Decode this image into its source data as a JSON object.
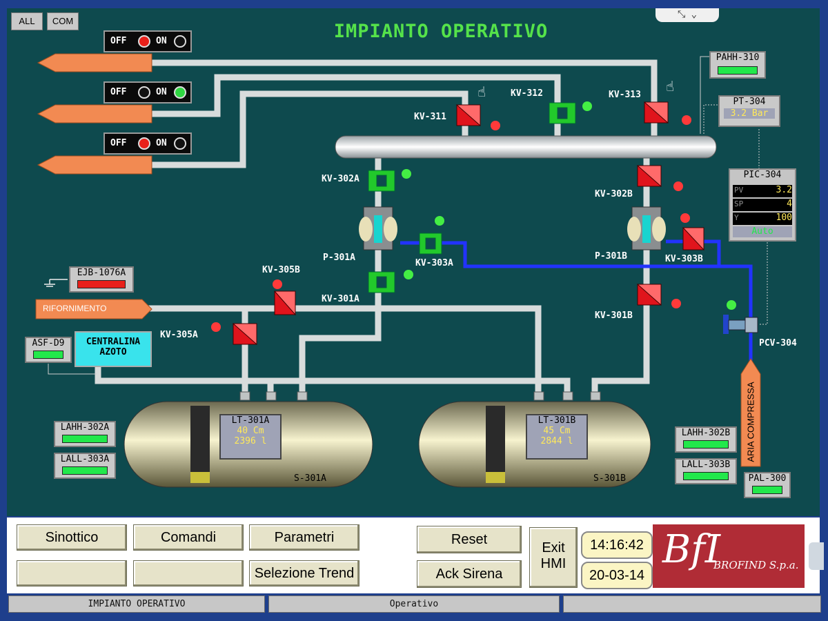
{
  "header": {
    "title": "IMPIANTO OPERATIVO",
    "btn_all": "ALL",
    "btn_com": "COM",
    "window_icons": "⤡ ⌄"
  },
  "switches": [
    {
      "off": "OFF",
      "on": "ON",
      "state": "off"
    },
    {
      "off": "OFF",
      "on": "ON",
      "state": "on"
    },
    {
      "off": "OFF",
      "on": "ON",
      "state": "off"
    }
  ],
  "valves": {
    "kv311": "KV-311",
    "kv312": "KV-312",
    "kv313": "KV-313",
    "kv302a": "KV-302A",
    "kv302b": "KV-302B",
    "kv303a": "KV-303A",
    "kv303b": "KV-303B",
    "kv301a": "KV-301A",
    "kv301b": "KV-301B",
    "kv305a": "KV-305A",
    "kv305b": "KV-305B",
    "pcv304": "PCV-304"
  },
  "pumps": {
    "p301a": "P-301A",
    "p301b": "P-301B"
  },
  "indicators": {
    "pahh310": "PAHH-310",
    "pt304": "PT-304",
    "pt304_value": "3.2 Bar",
    "ejb": "EJB-1076A",
    "asf": "ASF-D9",
    "lahh302a": "LAHH-302A",
    "lall303a": "LALL-303A",
    "lahh302b": "LAHH-302B",
    "lall303b": "LALL-303B",
    "pal300": "PAL-300"
  },
  "pic304": {
    "title": "PIC-304",
    "pv_label": "PV",
    "pv": "3.2",
    "sp_label": "SP",
    "sp": "4",
    "y_label": "Y",
    "y": "100",
    "mode": "Auto"
  },
  "arrows": {
    "rifornimento": "RIFORNIMENTO",
    "aria": "ARIA COMPRESSA"
  },
  "centralina": {
    "line1": "CENTRALINA",
    "line2": "AZOTO"
  },
  "tanks": {
    "a": {
      "name": "S-301A",
      "lt": "LT-301A",
      "level": "40 Cm",
      "volume": "2396 l"
    },
    "b": {
      "name": "S-301B",
      "lt": "LT-301B",
      "level": "45 Cm",
      "volume": "2844 l"
    }
  },
  "buttons": {
    "sinottico": "Sinottico",
    "comandi": "Comandi",
    "parametri": "Parametri",
    "selezione_trend": "Selezione Trend",
    "reset": "Reset",
    "ack_sirena": "Ack Sirena",
    "exit_line1": "Exit",
    "exit_line2": "HMI"
  },
  "clock": {
    "time": "14:16:42",
    "date": "20-03-14"
  },
  "logo": {
    "mark": "BfI",
    "company": "BROFIND S.p.a."
  },
  "statusbar": {
    "left": "IMPIANTO OPERATIVO",
    "center": "Operativo",
    "right": ""
  },
  "colors": {
    "background": "#0e4a4e",
    "title": "#55e24a",
    "valve_open": "#22c92b",
    "valve_closed": "#e0141c",
    "air_line": "#2233ff",
    "arrow": "#f28a52"
  }
}
